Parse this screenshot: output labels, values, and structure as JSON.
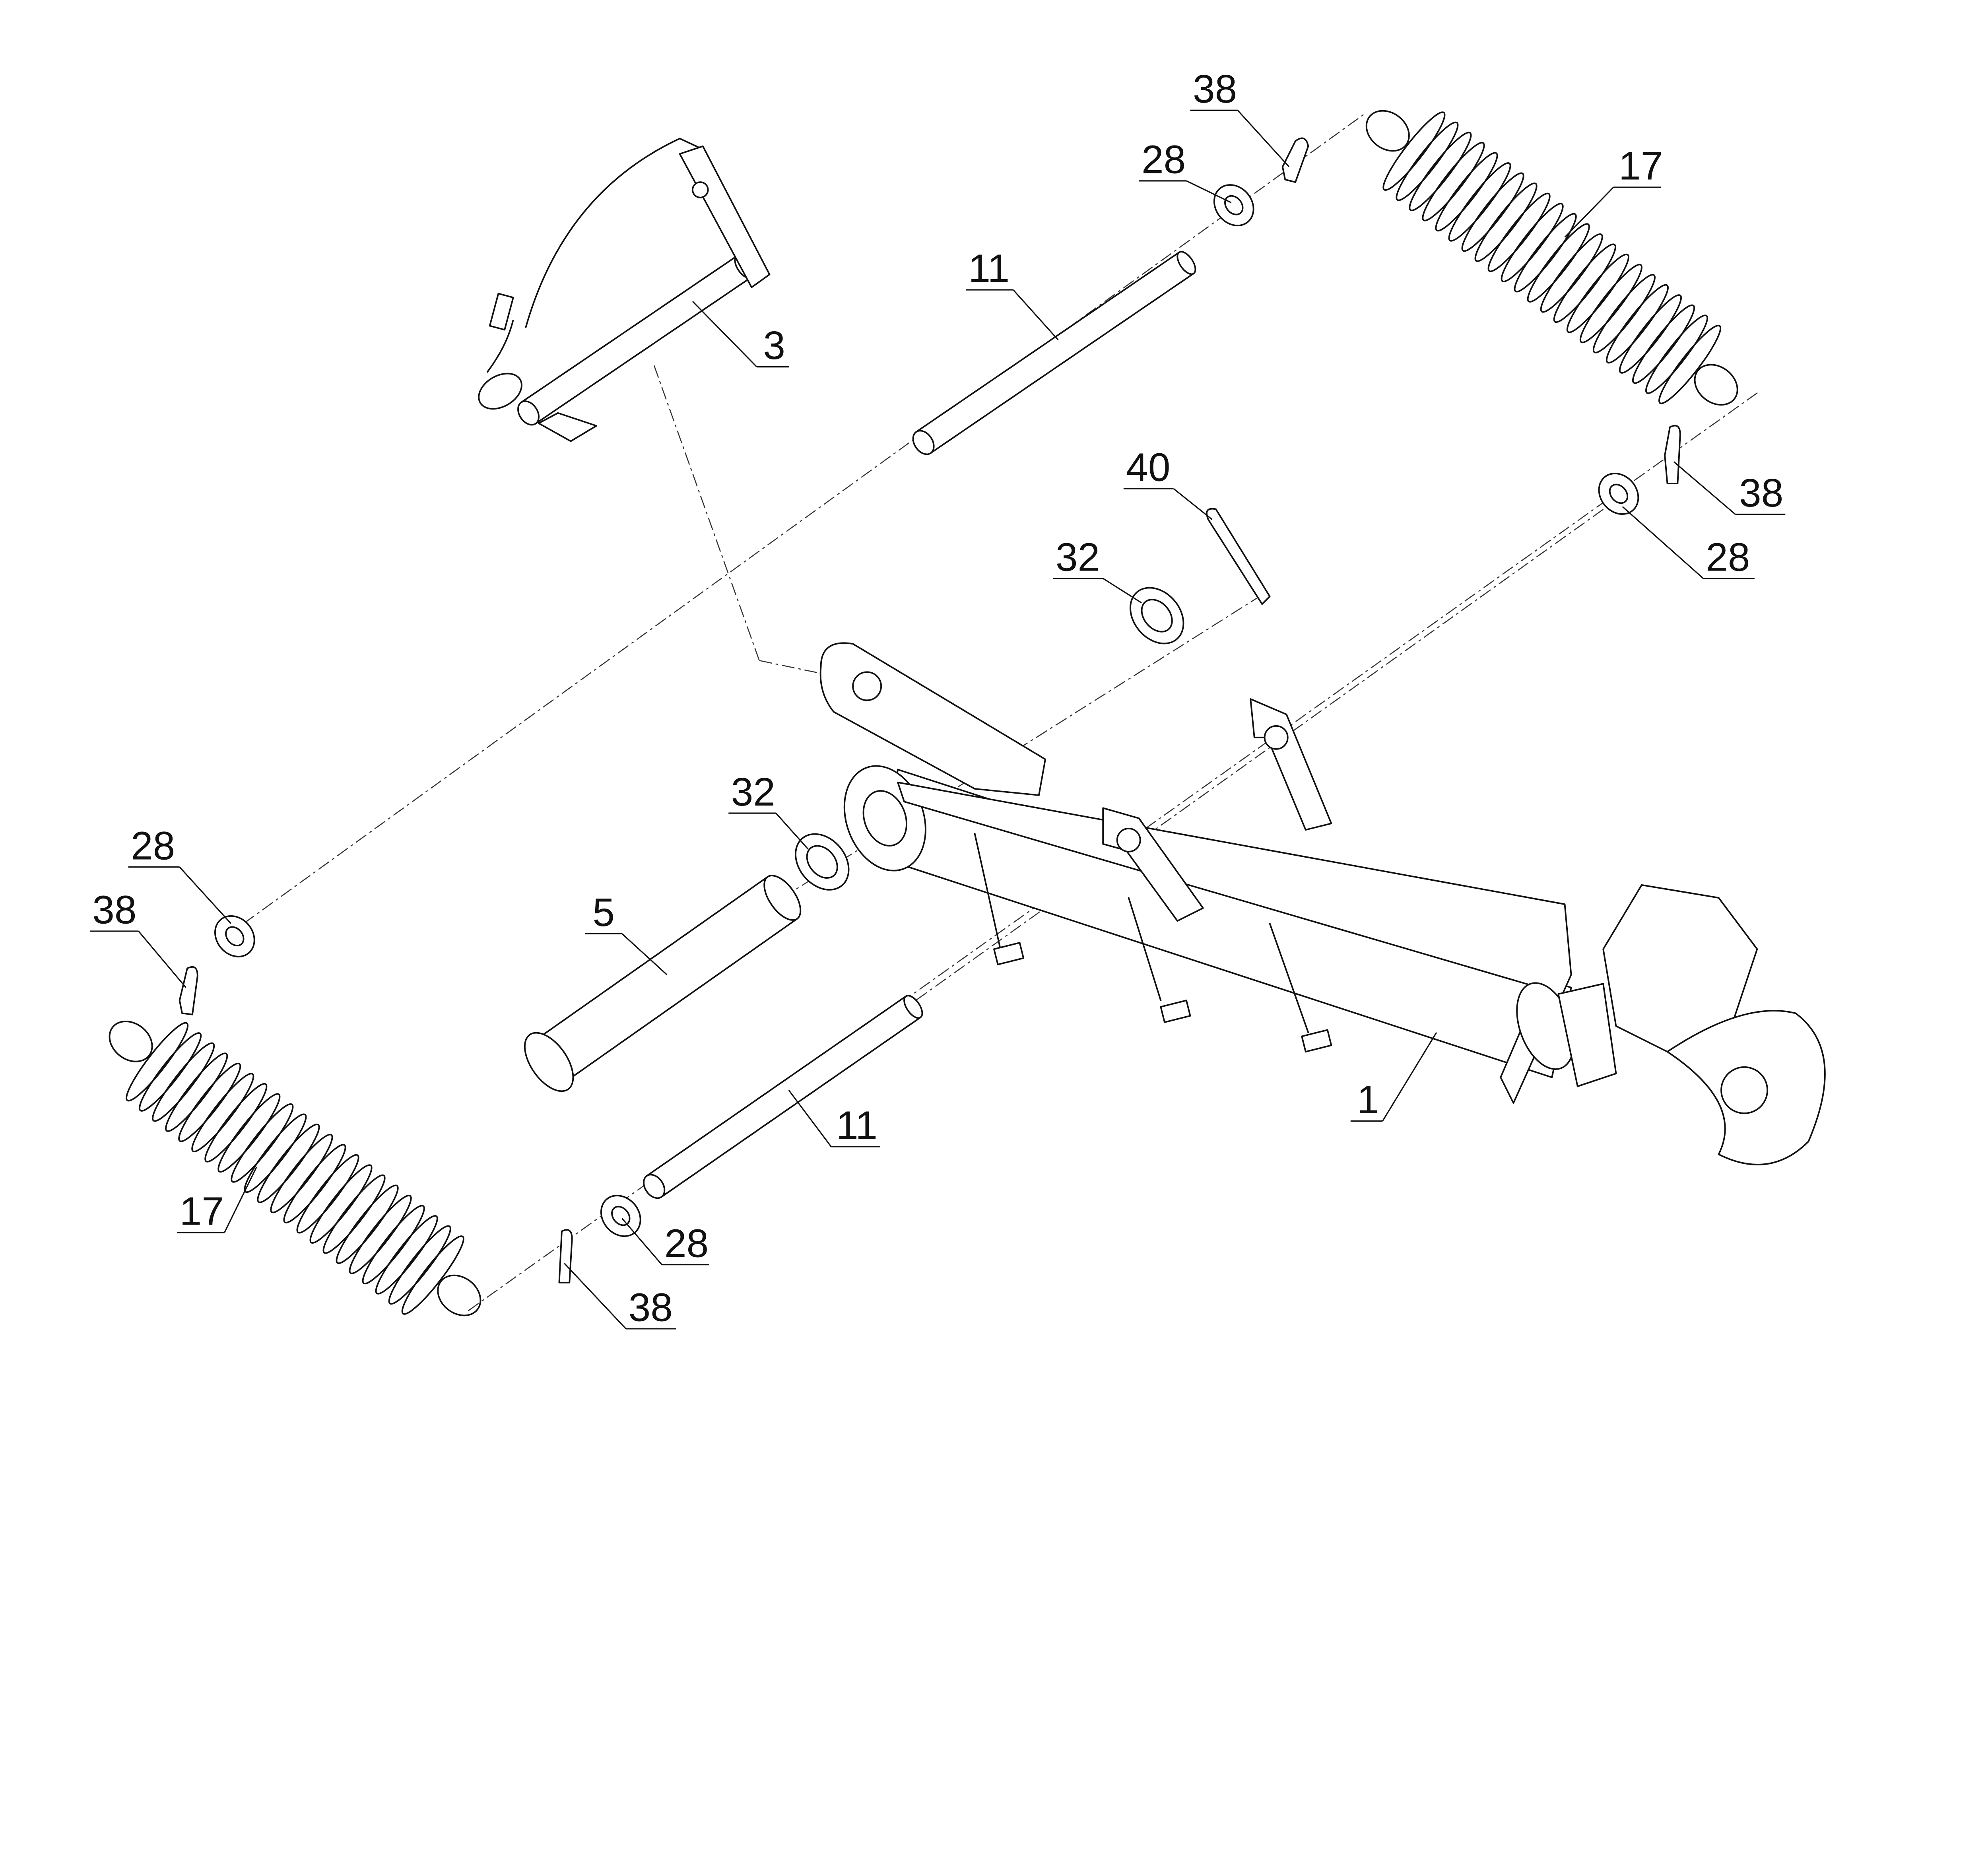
{
  "diagram": {
    "type": "exploded-parts-view",
    "callouts": [
      {
        "id": "c1",
        "label": "38"
      },
      {
        "id": "c2",
        "label": "28"
      },
      {
        "id": "c3",
        "label": "17"
      },
      {
        "id": "c4",
        "label": "11"
      },
      {
        "id": "c5",
        "label": "3"
      },
      {
        "id": "c6",
        "label": "40"
      },
      {
        "id": "c7",
        "label": "32"
      },
      {
        "id": "c8",
        "label": "38"
      },
      {
        "id": "c9",
        "label": "28"
      },
      {
        "id": "c10",
        "label": "32"
      },
      {
        "id": "c11",
        "label": "28"
      },
      {
        "id": "c12",
        "label": "38"
      },
      {
        "id": "c13",
        "label": "5"
      },
      {
        "id": "c14",
        "label": "1"
      },
      {
        "id": "c15",
        "label": "11"
      },
      {
        "id": "c16",
        "label": "17"
      },
      {
        "id": "c17",
        "label": "28"
      },
      {
        "id": "c18",
        "label": "38"
      }
    ]
  }
}
